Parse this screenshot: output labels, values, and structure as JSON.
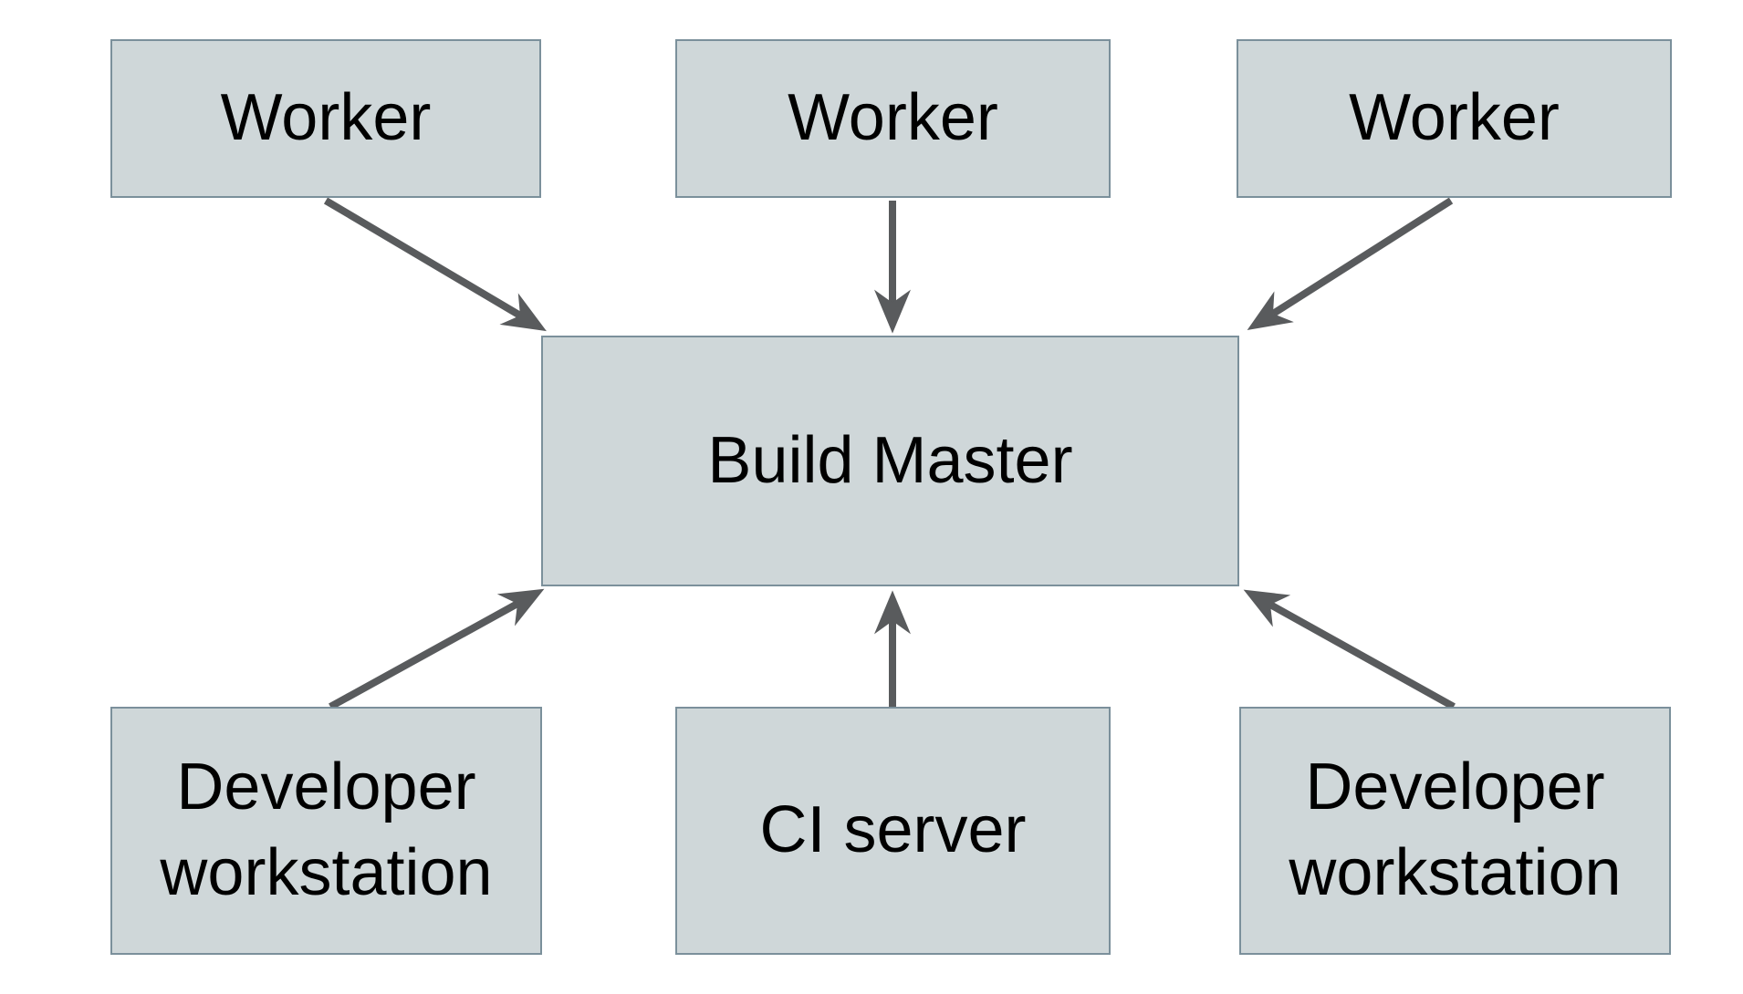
{
  "colors": {
    "background": "#ffffff",
    "node_fill": "#cfd7d9",
    "node_border": "#7b909b",
    "arrow": "#595b5d",
    "text": "#000000"
  },
  "nodes": {
    "worker1": {
      "label": "Worker"
    },
    "worker2": {
      "label": "Worker"
    },
    "worker3": {
      "label": "Worker"
    },
    "build_master": {
      "label": "Build Master"
    },
    "dev_workstation_left": {
      "label": "Developer workstation"
    },
    "ci_server": {
      "label": "CI server"
    },
    "dev_workstation_right": {
      "label": "Developer workstation"
    }
  },
  "edges": [
    {
      "from": "worker1",
      "to": "build_master"
    },
    {
      "from": "worker2",
      "to": "build_master"
    },
    {
      "from": "worker3",
      "to": "build_master"
    },
    {
      "from": "dev_workstation_left",
      "to": "build_master"
    },
    {
      "from": "ci_server",
      "to": "build_master"
    },
    {
      "from": "dev_workstation_right",
      "to": "build_master"
    }
  ]
}
